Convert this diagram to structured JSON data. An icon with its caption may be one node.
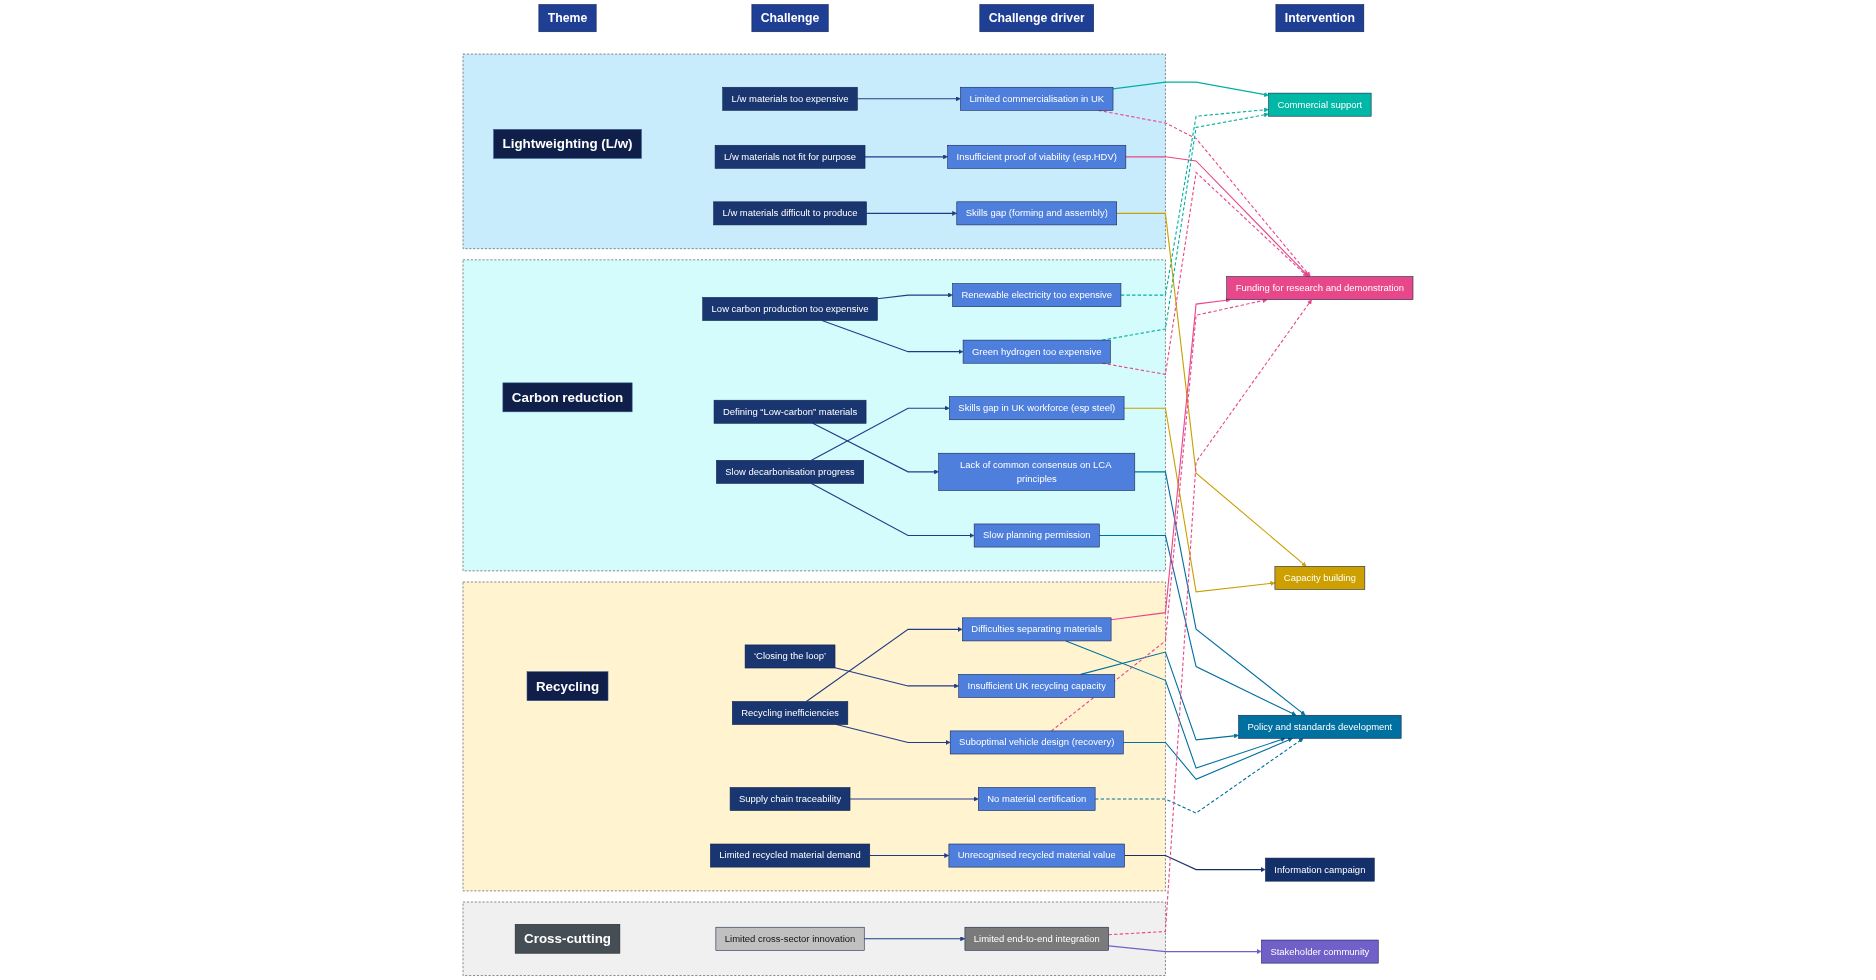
{
  "diagram": {
    "nodes": [
      {
        "text": [
          "Theme"
        ]
      },
      {
        "text": [
          "Challenge"
        ]
      },
      {
        "text": [
          "Challenge driver"
        ]
      },
      {
        "text": [
          "Intervention"
        ]
      },
      {
        "text": [],
        "shape": "box"
      },
      {
        "text": [
          "Lightweighting (L/w)"
        ],
        "in": 4
      },
      {
        "text": [
          "L/w materials too expensive"
        ],
        "in": 4
      },
      {
        "text": [
          "Limited commercialisation in UK"
        ],
        "in": 4
      },
      {
        "text": [
          "L/w materials not fit for purpose"
        ],
        "in": 4
      },
      {
        "text": [
          "Insufficient proof of viability (esp.HDV)"
        ],
        "in": 4
      },
      {
        "text": [
          "L/w materials difficult to produce"
        ],
        "in": 4
      },
      {
        "text": [
          "Skills gap (forming and assembly)"
        ],
        "in": 4
      },
      {
        "text": [],
        "shape": "box"
      },
      {
        "text": [
          "Carbon reduction"
        ],
        "in": 12
      },
      {
        "text": [
          "Defining “Low-carbon” materials"
        ],
        "in": 12
      },
      {
        "text": [
          "Lack of common consensus on LCA principles"
        ],
        "in": 12
      },
      {
        "text": [
          "Slow decarbonisation progress"
        ],
        "in": 12
      },
      {
        "text": [
          "Slow planning permission"
        ],
        "in": 12
      },
      {
        "text": [
          "Skills gap in UK workforce (esp steel)"
        ],
        "in": 12
      },
      {
        "text": [
          "Low carbon production too expensive"
        ],
        "in": 12
      },
      {
        "text": [
          "Renewable electricity too expensive"
        ],
        "in": 12
      },
      {
        "text": [
          "Green hydrogen too expensive"
        ],
        "in": 12
      },
      {
        "text": [],
        "shape": "box"
      },
      {
        "text": [
          "Recycling"
        ],
        "in": 22
      },
      {
        "text": [
          "‘Closing the loop’"
        ],
        "in": 22
      },
      {
        "text": [
          "Insufficient UK recycling capacity"
        ],
        "in": 22
      },
      {
        "text": [
          "Recycling inefficiencies"
        ],
        "in": 22
      },
      {
        "text": [
          "Difficulties separating materials"
        ],
        "in": 22
      },
      {
        "text": [
          "Suboptimal vehicle design (recovery)"
        ],
        "in": 22
      },
      {
        "text": [
          "Supply chain traceability"
        ],
        "in": 22
      },
      {
        "text": [
          "No material certification"
        ],
        "in": 22
      },
      {
        "text": [
          "Limited recycled material demand"
        ],
        "in": 22
      },
      {
        "text": [
          "Unrecognised recycled material value"
        ],
        "in": 22
      },
      {
        "text": [],
        "shape": "box"
      },
      {
        "text": [
          "Cross-cutting"
        ],
        "in": 33
      },
      {
        "text": [
          "Limited cross-sector innovation"
        ],
        "in": 33
      },
      {
        "text": [
          "Limited end-to-end integration"
        ],
        "in": 33
      },
      {
        "text": [
          "Capacity building"
        ]
      },
      {
        "text": [
          "Commercial support"
        ]
      },
      {
        "text": [
          "Funding for research and demonstration"
        ]
      },
      {
        "text": [
          "Policy and standards development"
        ]
      },
      {
        "text": [
          "Information campaign"
        ]
      },
      {
        "text": [
          "Stakeholder community"
        ]
      }
    ],
    "edges": [
      {
        "from": 6,
        "to": 7,
        "arrow": "to"
      },
      {
        "from": 8,
        "to": 9,
        "arrow": "to"
      },
      {
        "from": 10,
        "to": 11,
        "arrow": "to"
      },
      {
        "from": 14,
        "to": 15,
        "arrow": "to"
      },
      {
        "from": 16,
        "to": 17,
        "arrow": "to"
      },
      {
        "from": 16,
        "to": 18,
        "arrow": "to"
      },
      {
        "from": 19,
        "to": 20,
        "arrow": "to"
      },
      {
        "from": 19,
        "to": 21,
        "arrow": "to"
      },
      {
        "from": 24,
        "to": 25,
        "arrow": "to"
      },
      {
        "from": 26,
        "to": 27,
        "arrow": "to"
      },
      {
        "from": 26,
        "to": 28,
        "arrow": "to"
      },
      {
        "from": 29,
        "to": 30,
        "arrow": "to"
      },
      {
        "from": 31,
        "to": 32,
        "arrow": "to"
      },
      {
        "from": 35,
        "to": 36,
        "arrow": "to"
      },
      {
        "from": 7,
        "to": 38,
        "arrow": "to",
        "color": "#00b0a0"
      },
      {
        "from": 7,
        "to": 39,
        "arrow": "to",
        "style": "dashed",
        "color": "#e8488a"
      },
      {
        "from": 9,
        "to": 39,
        "arrow": "to",
        "color": "#e8488a"
      },
      {
        "from": 11,
        "to": 37,
        "arrow": "to",
        "color": "#c9a000"
      },
      {
        "from": 15,
        "to": 40,
        "arrow": "to",
        "color": "#0070a0"
      },
      {
        "from": 17,
        "to": 40,
        "arrow": "to",
        "color": "#0070a0"
      },
      {
        "from": 18,
        "to": 37,
        "arrow": "to",
        "color": "#c9a000"
      },
      {
        "from": 20,
        "to": 38,
        "arrow": "to",
        "style": "dashed",
        "color": "#00b0a0"
      },
      {
        "from": 21,
        "to": 38,
        "arrow": "to",
        "style": "dashed",
        "color": "#00b0a0"
      },
      {
        "from": 21,
        "to": 39,
        "arrow": "to",
        "style": "dashed",
        "color": "#e8488a"
      },
      {
        "from": 25,
        "to": 40,
        "arrow": "to",
        "color": "#0070a0"
      },
      {
        "from": 27,
        "to": 39,
        "arrow": "to",
        "color": "#e8488a"
      },
      {
        "from": 27,
        "to": 40,
        "arrow": "to",
        "color": "#0070a0"
      },
      {
        "from": 28,
        "to": 40,
        "arrow": "to",
        "color": "#0070a0"
      },
      {
        "from": 28,
        "to": 39,
        "arrow": "to",
        "style": "dashed",
        "color": "#e8488a"
      },
      {
        "from": 30,
        "to": 40,
        "arrow": "to",
        "style": "dashed",
        "color": "#0070a0"
      },
      {
        "from": 32,
        "to": 41,
        "arrow": "to",
        "color": "#1a2f6a"
      },
      {
        "from": 36,
        "to": 42,
        "arrow": "to",
        "color": "#7060c8"
      },
      {
        "from": 36,
        "to": 39,
        "arrow": "to",
        "style": "dashed",
        "color": "#e8488a"
      }
    ]
  }
}
